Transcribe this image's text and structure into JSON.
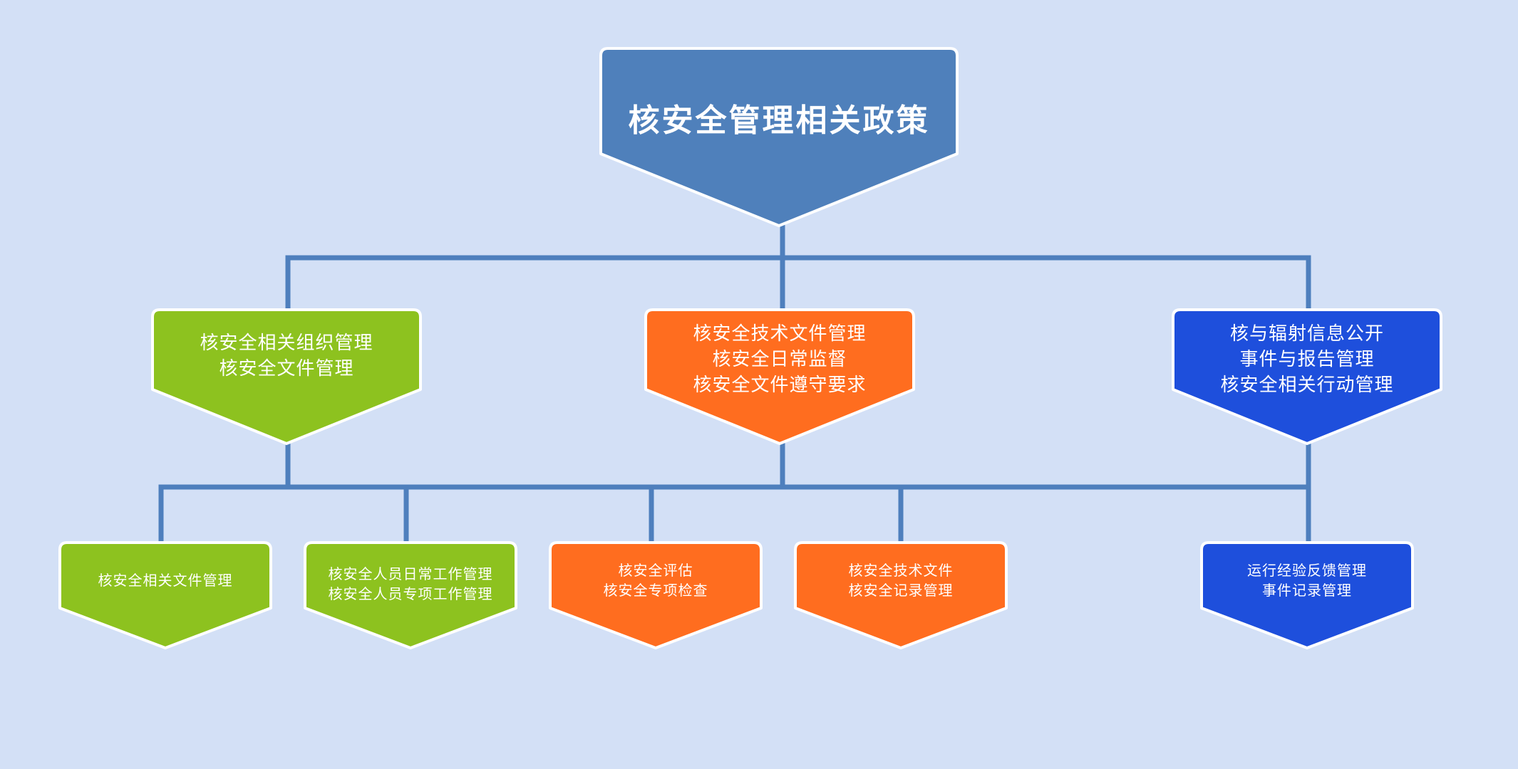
{
  "colors": {
    "background": "#d3e0f6",
    "connector": "#4e7fbd",
    "root": "#4f80bb",
    "green": "#8dc21f",
    "orange": "#ff6d1f",
    "blue": "#1e4fdc",
    "border": "#ffffff"
  },
  "root": {
    "lines": [
      "核安全管理相关政策"
    ]
  },
  "categories": [
    {
      "lines": [
        "核安全相关组织管理",
        "核安全文件管理"
      ]
    },
    {
      "lines": [
        "核安全技术文件管理",
        "核安全日常监督",
        "核安全文件遵守要求"
      ]
    },
    {
      "lines": [
        "核与辐射信息公开",
        "事件与报告管理",
        "核安全相关行动管理"
      ]
    }
  ],
  "items": [
    {
      "lines": [
        "核安全相关文件管理"
      ]
    },
    {
      "lines": [
        "核安全人员日常工作管理",
        "核安全人员专项工作管理"
      ]
    },
    {
      "lines": [
        "核安全评估",
        "核安全专项检查"
      ]
    },
    {
      "lines": [
        "核安全技术文件",
        "核安全记录管理"
      ]
    },
    {
      "lines": [
        "运行经验反馈管理",
        "事件记录管理"
      ]
    }
  ]
}
